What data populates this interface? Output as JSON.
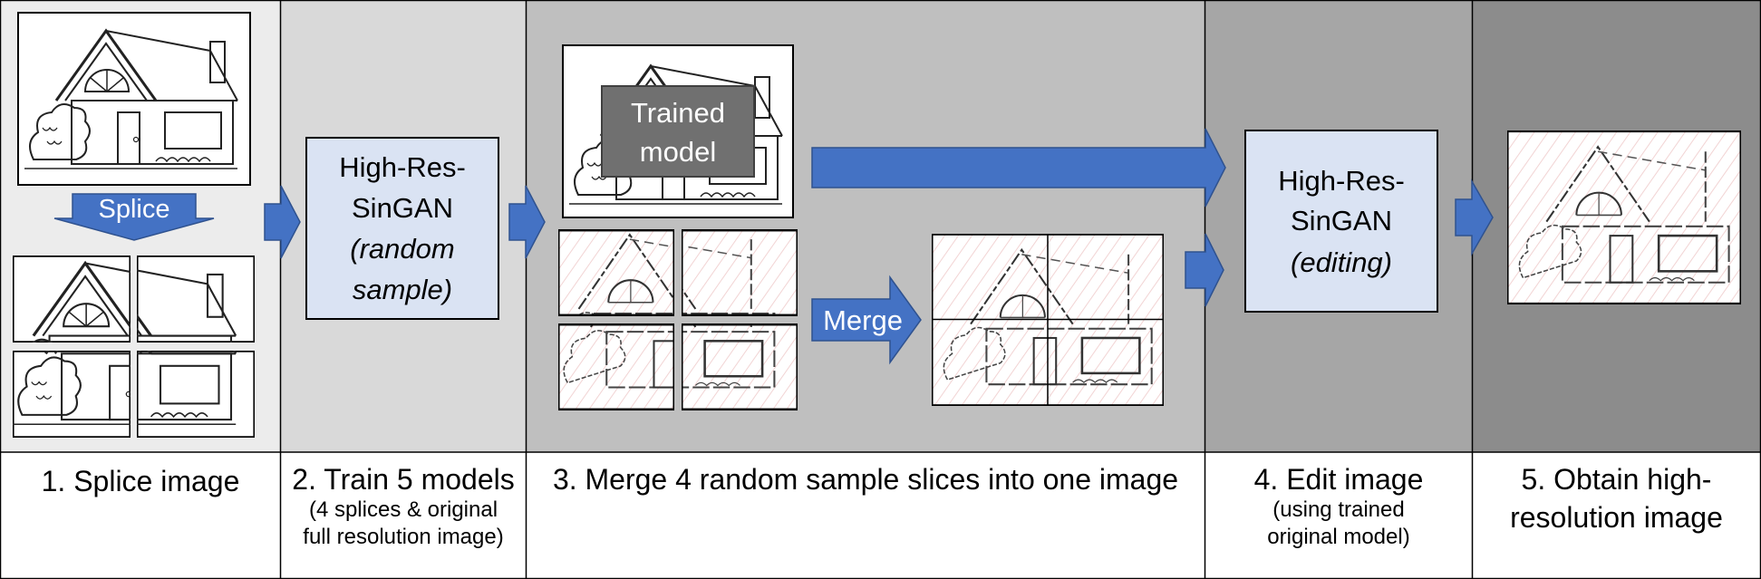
{
  "steps": [
    {
      "title": "1. Splice image",
      "subtitle": ""
    },
    {
      "title": "2. Train 5 models",
      "subtitle_lines": [
        "(4 splices & original",
        "full resolution image)"
      ]
    },
    {
      "title": "3. Merge 4 random sample slices into one image",
      "subtitle": ""
    },
    {
      "title": "4. Edit image",
      "subtitle_lines": [
        "(using trained",
        "original model)"
      ]
    },
    {
      "title_lines": [
        "5. Obtain high-",
        "resolution image"
      ]
    }
  ],
  "arrows": {
    "splice": "Splice",
    "merge": "Merge"
  },
  "boxes": {
    "train": {
      "line1": "High-Res-",
      "line2": "SinGAN",
      "line3": "(random",
      "line4": "sample)"
    },
    "trained_model": {
      "line1": "Trained",
      "line2": "model"
    },
    "edit": {
      "line1": "High-Res-",
      "line2": "SinGAN",
      "line3": "(editing)"
    }
  },
  "colors": {
    "col1_bg": "#ececec",
    "col2_bg": "#d9d9d9",
    "col3_bg": "#bfbfbf",
    "col4_bg": "#a6a6a6",
    "col5_bg": "#8c8c8c",
    "arrow": "#4472c4",
    "box_fill": "#dae3f3",
    "trained_fill": "#707070"
  }
}
